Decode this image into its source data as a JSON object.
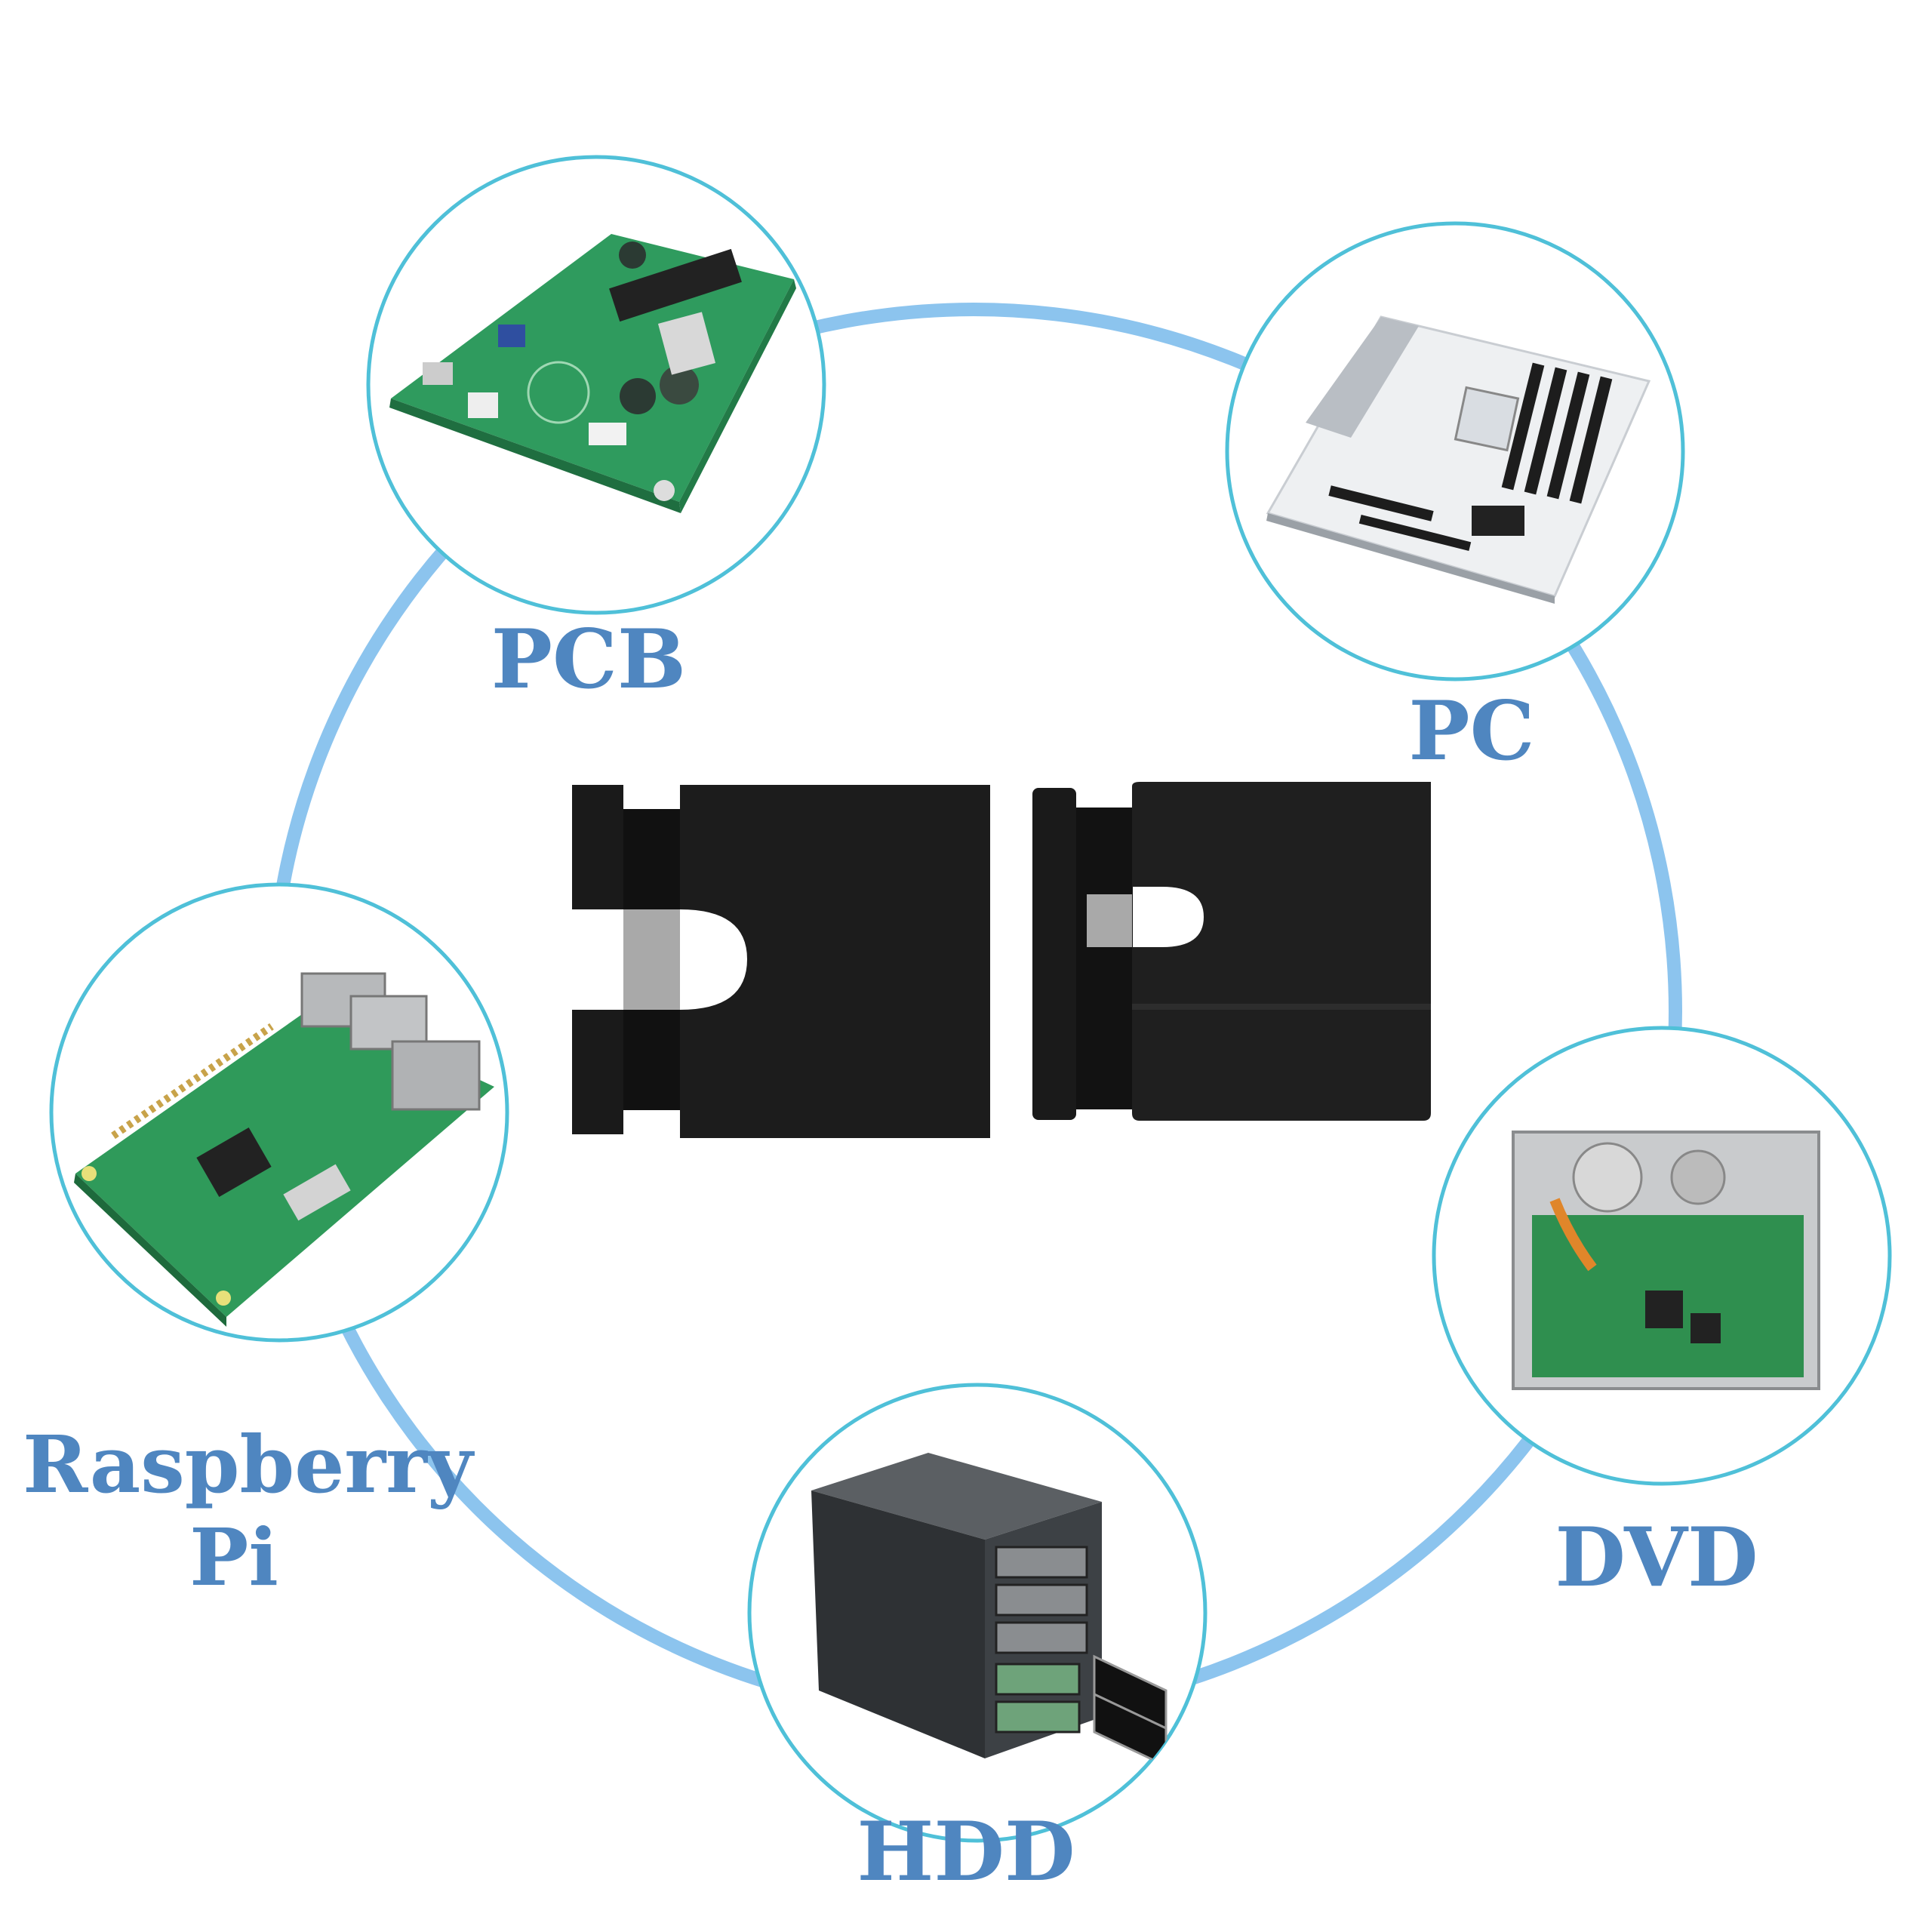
{
  "labels": {
    "pcb": "PCB",
    "pc": "PC",
    "raspberry_line1": "Raspberry",
    "raspberry_line2": "Pi",
    "dvd": "DVD",
    "hdd": "HDD"
  },
  "colors": {
    "ring": "#8cc4ee",
    "circle_border": "#4fc0d8",
    "label": "#4f86c0",
    "jumper": "#1c1c1c",
    "metal": "#a8a8a8"
  },
  "icons": {
    "pcb": "pcb-board-icon",
    "pc": "motherboard-icon",
    "raspberry": "raspberry-pi-board-icon",
    "dvd": "dvd-drive-icon",
    "hdd": "hdd-enclosure-icon",
    "jumpers": "jumper-cap-icon"
  }
}
